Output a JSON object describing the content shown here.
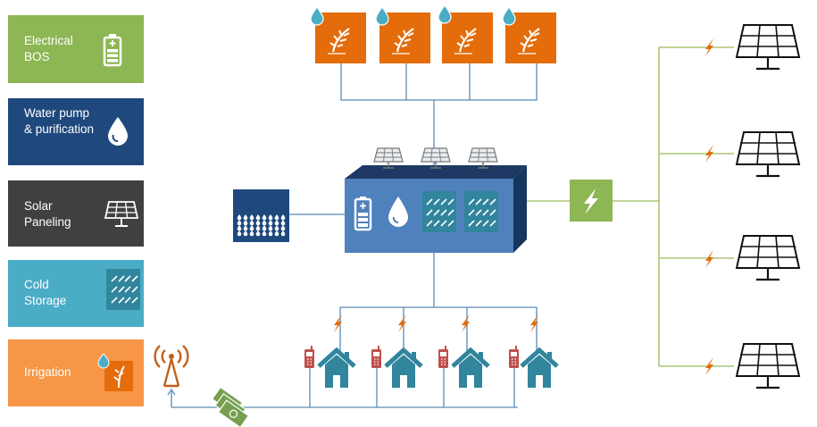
{
  "legend": [
    {
      "id": "electrical",
      "label": "Electrical BOS",
      "color": "#8db654",
      "icon": "battery-icon"
    },
    {
      "id": "water",
      "label": "Water pump & purification",
      "color": "#1f497d",
      "icon": "water-drop-icon"
    },
    {
      "id": "solar",
      "label": "Solar Paneling",
      "color": "#404040",
      "icon": "solar-panel-icon"
    },
    {
      "id": "cold",
      "label": "Cold Storage",
      "color": "#4bacc6",
      "icon": "cold-storage-icon"
    },
    {
      "id": "irrigation",
      "label": "Irrigation",
      "color": "#f79646",
      "icon": "irrigation-icon"
    }
  ],
  "colors": {
    "line_blue": "#5b8ab8",
    "line_green": "#9bbb59",
    "container_front": "#4f81bd",
    "container_top": "#1f3864",
    "tank": "#1f497d",
    "crop_tile": "#e46c0a",
    "bolt": "#e46c0a",
    "house": "#31859c",
    "phone": "#c0504d",
    "tower": "#c0601a",
    "money": "#76a050",
    "green_box": "#8db654"
  },
  "icons": {
    "crop_tiles": "wheat-icon",
    "inverter": "lightning-icon",
    "tank": "water-tank-icon",
    "houses": "house-icon",
    "phones": "mobile-phone-icon",
    "tower": "radio-tower-icon",
    "money": "cash-icon",
    "panels": "solar-panel-icon"
  }
}
